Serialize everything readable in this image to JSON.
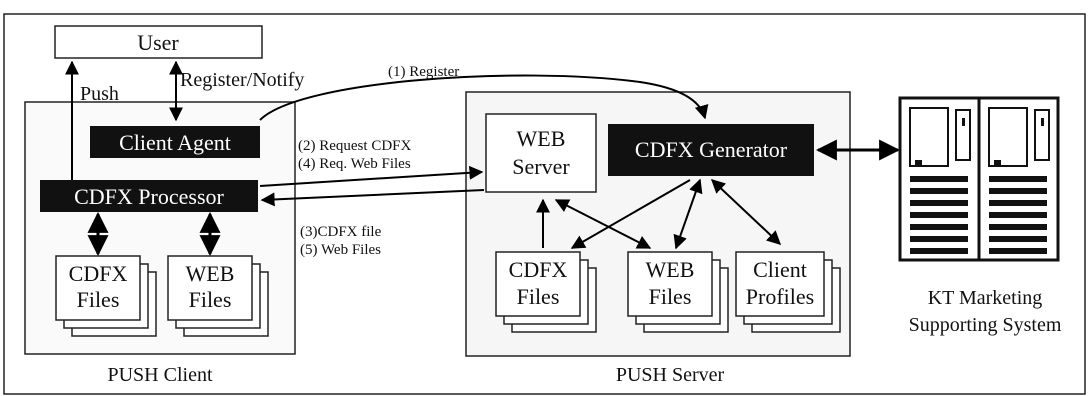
{
  "user": {
    "label": "User"
  },
  "client": {
    "title": "PUSH Client",
    "agent": "Client Agent",
    "processor": "CDFX Processor",
    "cdfx_files": [
      "CDFX",
      "Files"
    ],
    "web_files": [
      "WEB",
      "Files"
    ]
  },
  "server": {
    "title": "PUSH Server",
    "web_server": [
      "WEB",
      "Server"
    ],
    "generator": "CDFX Generator",
    "cdfx_files": [
      "CDFX",
      "Files"
    ],
    "web_files": [
      "WEB",
      "Files"
    ],
    "client_profiles": [
      "Client",
      "Profiles"
    ]
  },
  "external": {
    "name": [
      "KT Marketing",
      "Supporting System"
    ]
  },
  "flows": {
    "push": "Push",
    "register_notify": "Register/Notify",
    "register": "(1) Register",
    "request_cdfx": "(2) Request CDFX",
    "req_web_files": "(4) Req. Web Files",
    "cdfx_file": "(3)CDFX file",
    "web_files": "(5) Web Files"
  }
}
